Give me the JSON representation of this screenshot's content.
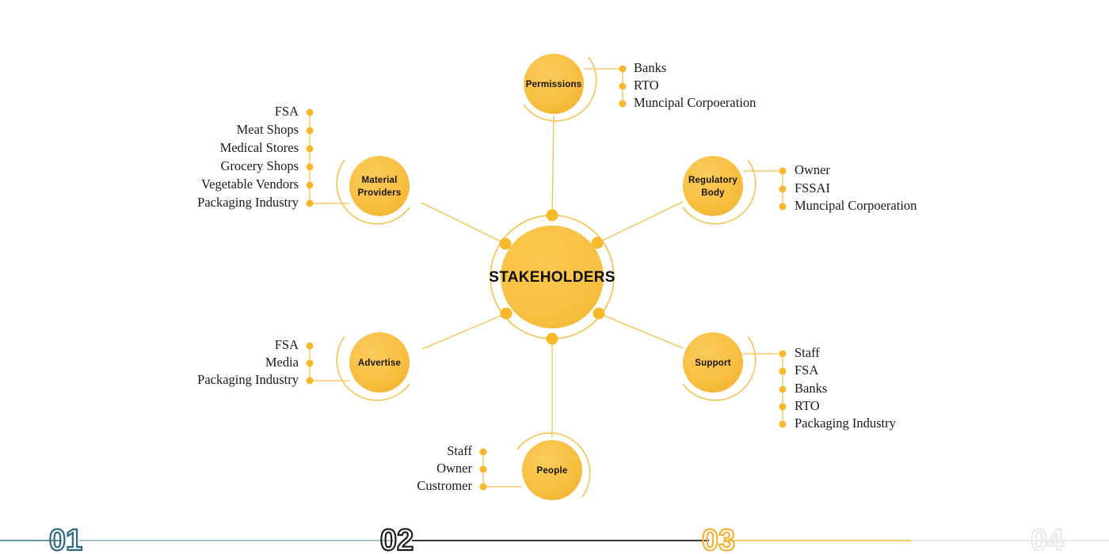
{
  "diagram": {
    "title": "STAKEHOLDERS",
    "type": "radial-mind-map",
    "colors": {
      "node_fill": "#F8C043",
      "node_fill_dark": "#F0B32E",
      "ring": "#F4C04A",
      "line": "#F3C150",
      "dot": "#F7B82B",
      "leaf_text": "#1a1a1a",
      "node_text": "#17120a"
    },
    "center": {
      "label": "STAKEHOLDERS"
    },
    "branches": [
      {
        "id": "permissions",
        "label": "Permissions",
        "label_lines": [
          "Permissions"
        ],
        "side": "right",
        "items": [
          "Banks",
          "RTO",
          "Muncipal Corpoeration"
        ]
      },
      {
        "id": "regulatory-body",
        "label": "Regulatory Body",
        "label_lines": [
          "Regulatory",
          "Body"
        ],
        "side": "right",
        "items": [
          "Owner",
          "FSSAI",
          "Muncipal Corpoeration"
        ]
      },
      {
        "id": "support",
        "label": "Support",
        "label_lines": [
          "Support"
        ],
        "side": "right",
        "items": [
          "Staff",
          "FSA",
          "Banks",
          "RTO",
          "Packaging Industry"
        ]
      },
      {
        "id": "people",
        "label": "People",
        "label_lines": [
          "People"
        ],
        "side": "left",
        "items": [
          "Staff",
          "Owner",
          "Custromer"
        ]
      },
      {
        "id": "advertise",
        "label": "Advertise",
        "label_lines": [
          "Advertise"
        ],
        "side": "left",
        "items": [
          "FSA",
          "Media",
          "Packaging Industry"
        ]
      },
      {
        "id": "material-providers",
        "label": "Material Providers",
        "label_lines": [
          "Material",
          "Providers"
        ],
        "side": "left",
        "items": [
          "FSA",
          "Meat Shops",
          "Medical Stores",
          "Grocery Shops",
          "Vegetable Vendors",
          "Packaging Industry"
        ]
      }
    ]
  },
  "footer": {
    "steps": [
      {
        "number": "01",
        "color": "#2c6b7f",
        "state": "done"
      },
      {
        "number": "02",
        "color": "#1c1c1c",
        "state": "done"
      },
      {
        "number": "03",
        "color": "#F2B233",
        "state": "current"
      },
      {
        "number": "04",
        "color": "#e8eaea",
        "state": "upcoming"
      }
    ]
  }
}
